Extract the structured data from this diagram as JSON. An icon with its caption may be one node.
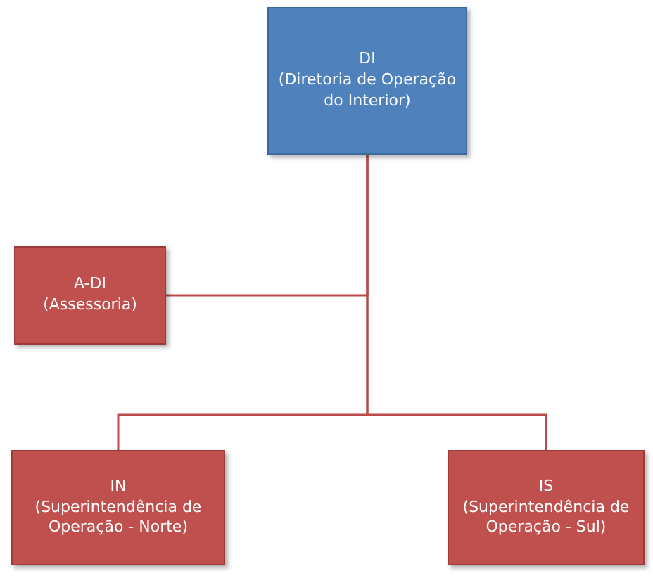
{
  "diagram": {
    "nodes": [
      {
        "text": [
          "DI",
          "(Diretoria de Operação do Interior)"
        ]
      },
      {
        "text": [
          "A-DI",
          "(Assessoria)"
        ]
      },
      {
        "text": [
          "IN",
          "(Superintendência de Operação - Norte)"
        ]
      },
      {
        "text": [
          "IS",
          "(Superintendência de Operação - Sul)"
        ]
      }
    ],
    "edges": [
      {
        "from": 0,
        "to": 1,
        "arrow": "none"
      },
      {
        "from": 0,
        "to": 2,
        "arrow": "none"
      },
      {
        "from": 0,
        "to": 3,
        "arrow": "none"
      }
    ]
  }
}
